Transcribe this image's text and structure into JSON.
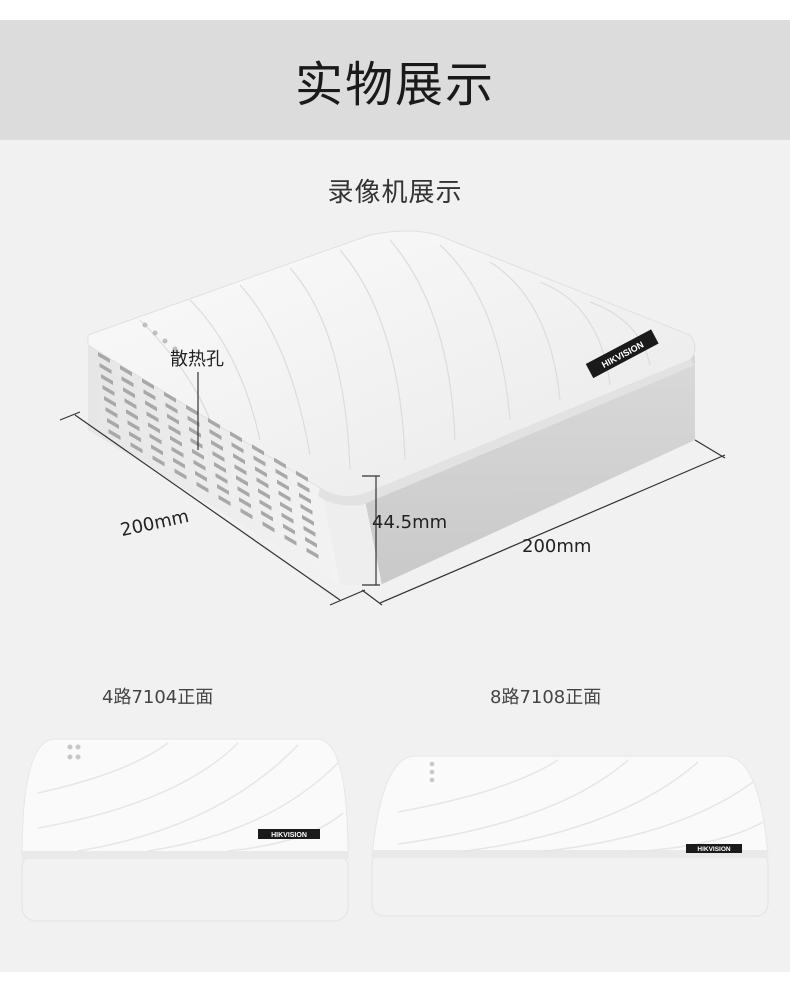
{
  "header": {
    "title": "实物展示"
  },
  "section": {
    "title": "录像机展示"
  },
  "main_device": {
    "logo": "HIKVISION",
    "labels": {
      "vents": "散热孔",
      "depth": "200mm",
      "height": "44.5mm",
      "width": "200mm"
    }
  },
  "products": [
    {
      "caption": "4路7104正面",
      "logo": "HIKVISION"
    },
    {
      "caption": "8路7108正面",
      "logo": "HIKVISION"
    }
  ],
  "colors": {
    "header_bg": "#dcdcdc",
    "panel_bg": "#f1f1f1",
    "device_white": "#f4f4f4"
  }
}
